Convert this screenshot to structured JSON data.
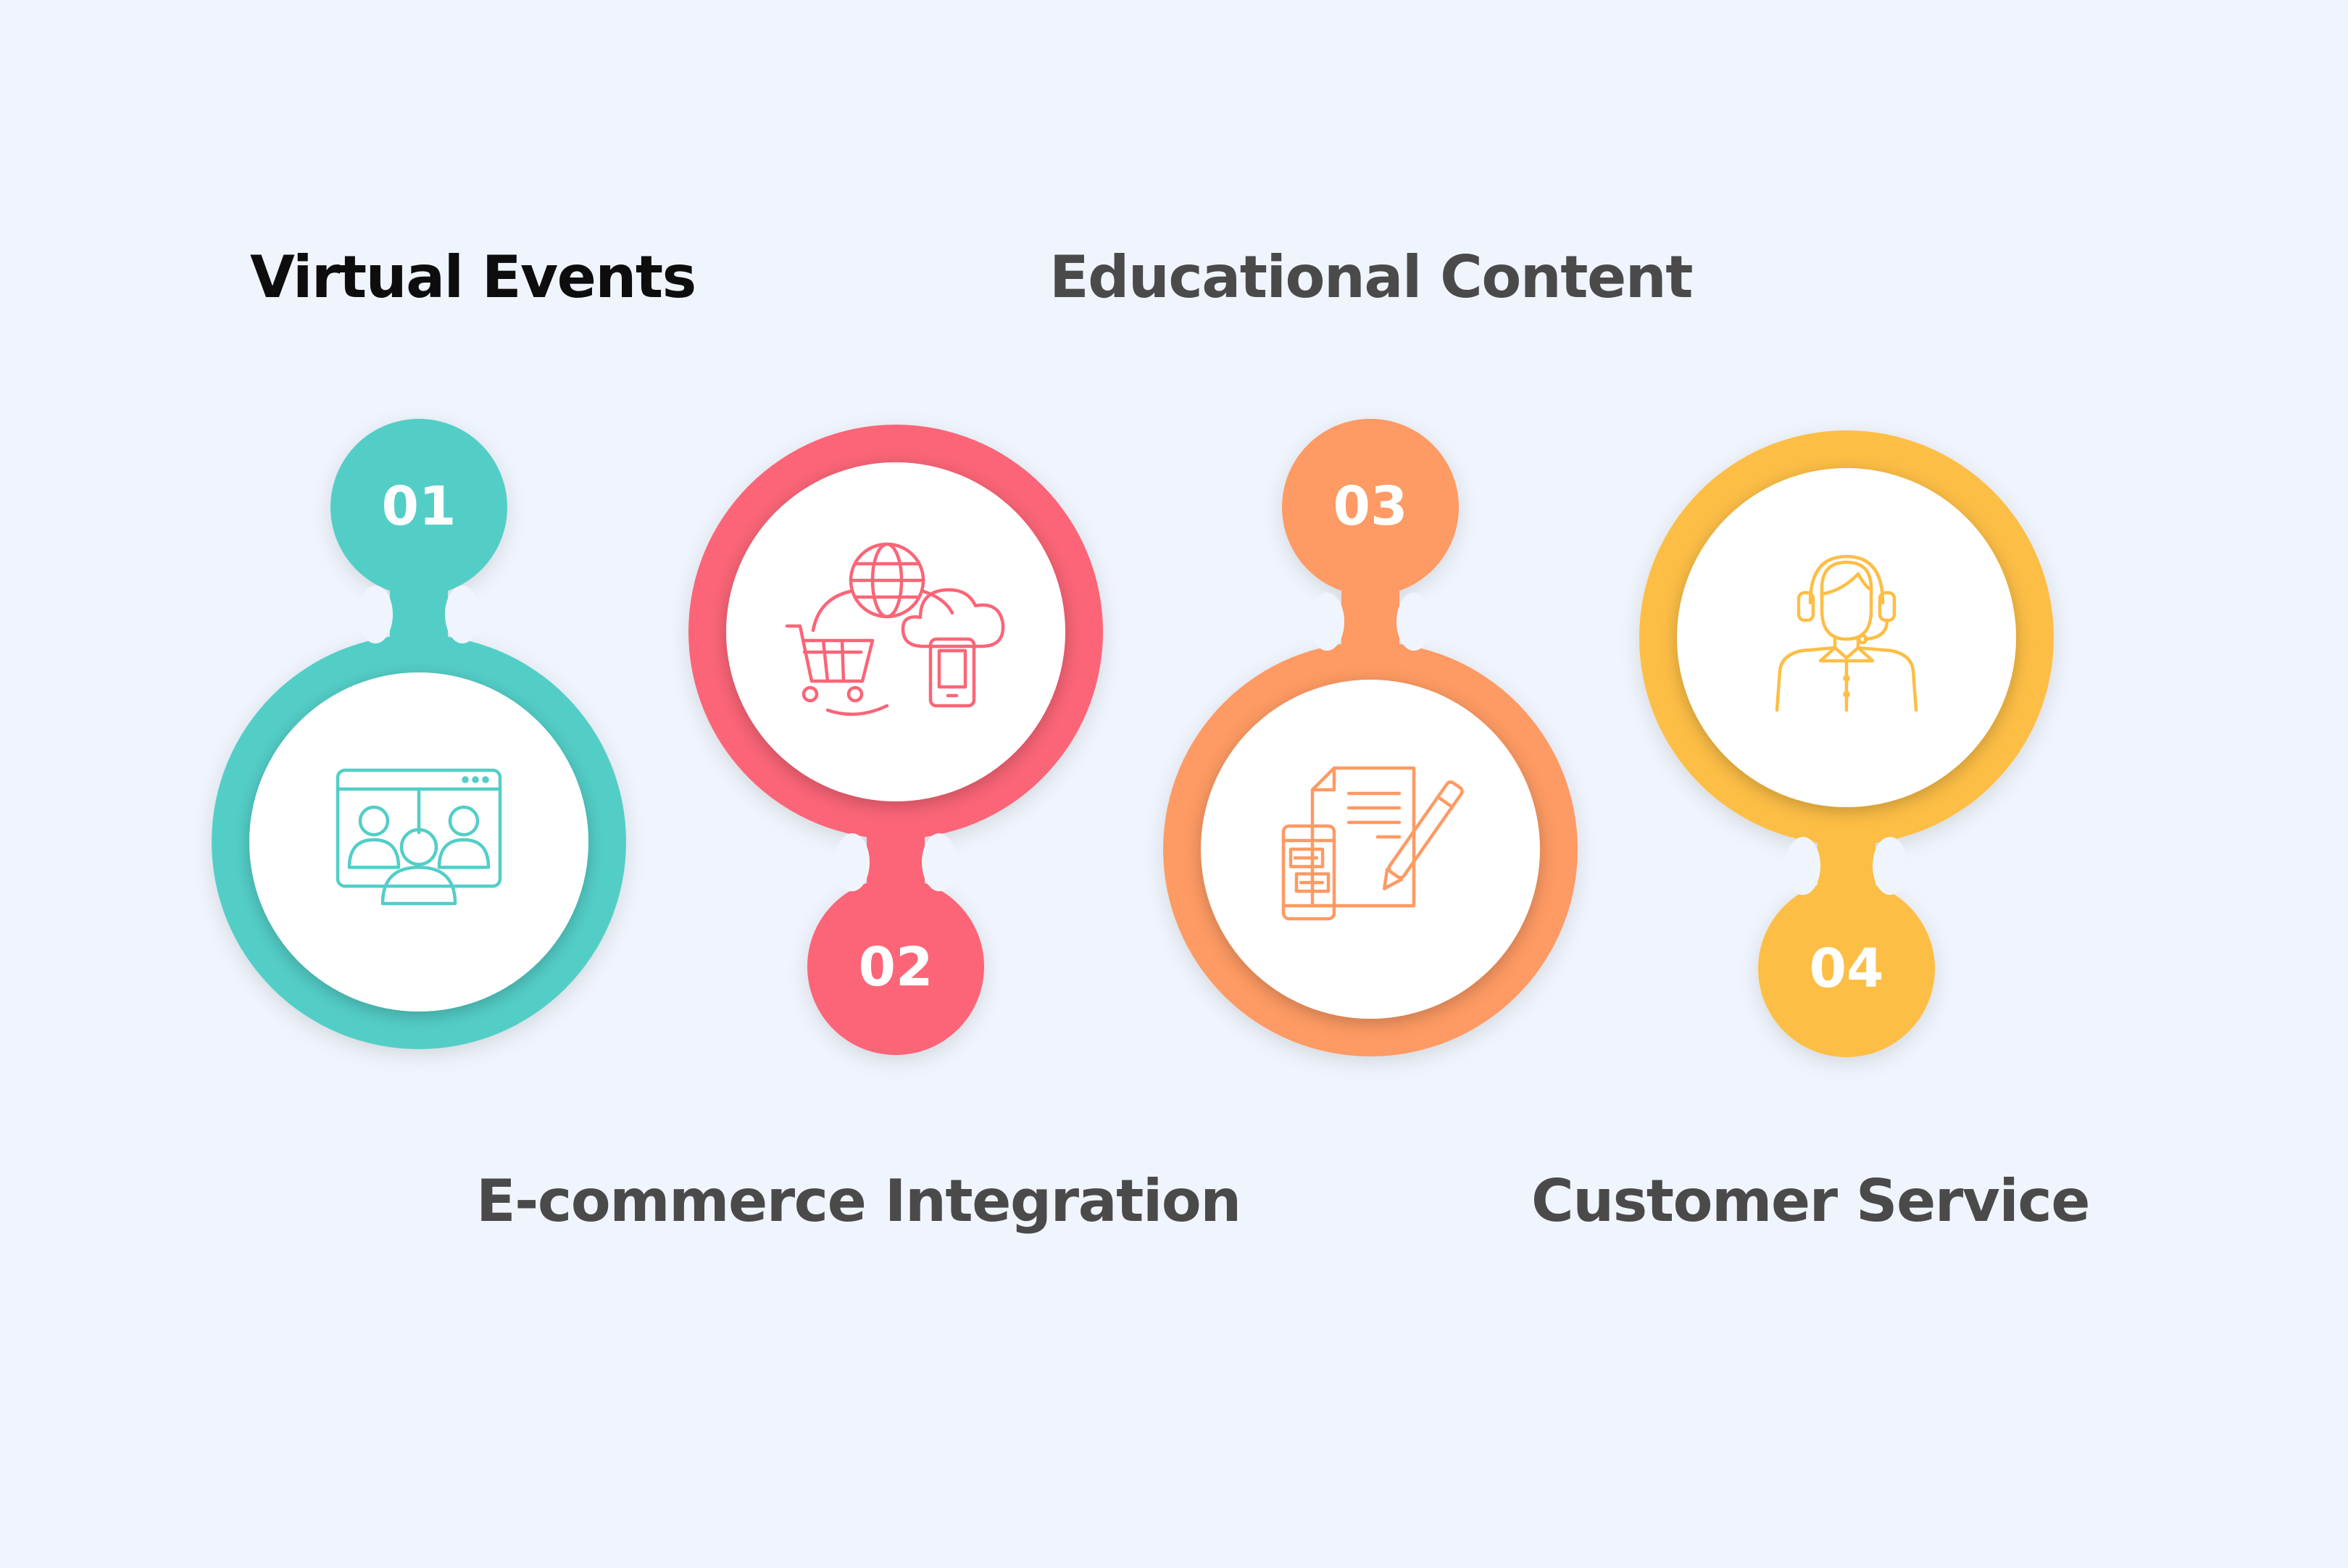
{
  "colors": {
    "background": "#f0f5fd",
    "step_1": "#52cec7",
    "step_2": "#fb6577",
    "step_3": "#fe9a63",
    "step_4": "#fdbe45",
    "inner_circle": "#ffffff",
    "title_dark": "#0d0d0d",
    "title_gray": "#4a4a4a"
  },
  "steps": [
    {
      "number": "01",
      "title": "Virtual Events",
      "icon": "video-conference-icon",
      "color": "#52cec7"
    },
    {
      "number": "02",
      "title": "E-commerce Integration",
      "icon": "ecommerce-cycle-icon",
      "color": "#fb6577"
    },
    {
      "number": "03",
      "title": "Educational Content",
      "icon": "documents-pen-icon",
      "color": "#fe9a63"
    },
    {
      "number": "04",
      "title": "Customer Service",
      "icon": "headset-agent-icon",
      "color": "#fdbe45"
    }
  ]
}
